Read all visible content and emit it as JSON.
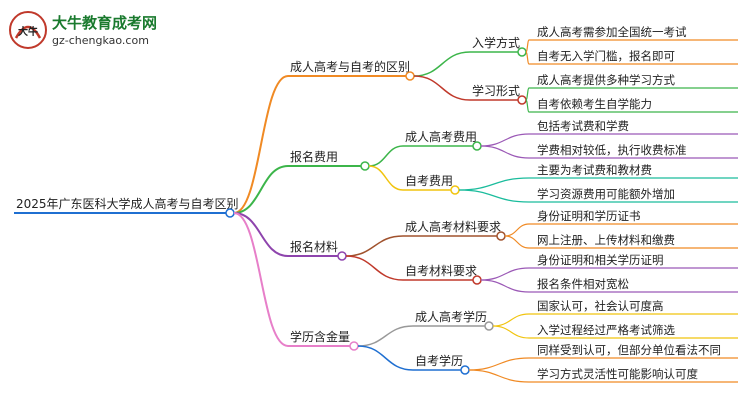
{
  "brand": {
    "badge_text": "大牛",
    "title": "大牛教育成考网",
    "url": "gz-chengkao.com"
  },
  "root": {
    "label": "2025年广东医科大学成人高考与自考区别",
    "color": "#1f6fd1"
  },
  "branches": [
    {
      "label": "成人高考与自考的区别",
      "color": "#f08a24",
      "children": [
        {
          "label": "入学方式",
          "color": "#3cb54a",
          "leaves": [
            "成人高考需参加全国统一考试",
            "自考无入学门槛，报名即可"
          ],
          "leaf_color": "#f08a24"
        },
        {
          "label": "学习形式",
          "color": "#c0392b",
          "leaves": [
            "成人高考提供多种学习方式",
            "自考依赖考生自学能力"
          ],
          "leaf_color": "#3cb54a"
        }
      ]
    },
    {
      "label": "报名费用",
      "color": "#3cb54a",
      "children": [
        {
          "label": "成人高考费用",
          "color": "#3cb54a",
          "leaves": [
            "包括考试费和学费",
            "学费相对较低，执行收费标准"
          ],
          "leaf_color": "#9b59b6"
        },
        {
          "label": "自考费用",
          "color": "#f1c40f",
          "leaves": [
            "主要为考试费和教材费",
            "学习资源费用可能额外增加"
          ],
          "leaf_color": "#1abc9c"
        }
      ]
    },
    {
      "label": "报名材料",
      "color": "#8e44ad",
      "children": [
        {
          "label": "成人高考材料要求",
          "color": "#a0522d",
          "leaves": [
            "身份证明和学历证书",
            "网上注册、上传材料和缴费"
          ],
          "leaf_color": "#f08a24"
        },
        {
          "label": "自考材料要求",
          "color": "#c0392b",
          "leaves": [
            "身份证明和相关学历证明",
            "报名条件相对宽松"
          ],
          "leaf_color": "#9b59b6"
        }
      ]
    },
    {
      "label": "学历含金量",
      "color": "#e77fc9",
      "children": [
        {
          "label": "成人高考学历",
          "color": "#999999",
          "leaves": [
            "国家认可，社会认可度高",
            "入学过程经过严格考试筛选"
          ],
          "leaf_color": "#f1c40f"
        },
        {
          "label": "自考学历",
          "color": "#1f6fd1",
          "leaves": [
            "同样受到认可，但部分单位看法不同",
            "学习方式灵活性可能影响认可度"
          ],
          "leaf_color": "#f08a24"
        }
      ]
    }
  ]
}
